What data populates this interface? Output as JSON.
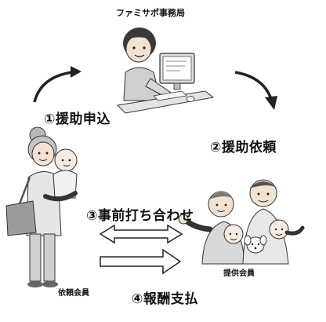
{
  "office": {
    "label": "ファミサポ事務局"
  },
  "steps": [
    {
      "label": "①援助申込"
    },
    {
      "label": "②援助依頼"
    },
    {
      "label": "③事前打ち合わせ"
    },
    {
      "label": "④報酬支払"
    }
  ],
  "client": {
    "label": "依頼会員"
  },
  "provider": {
    "label": "提供会員"
  }
}
